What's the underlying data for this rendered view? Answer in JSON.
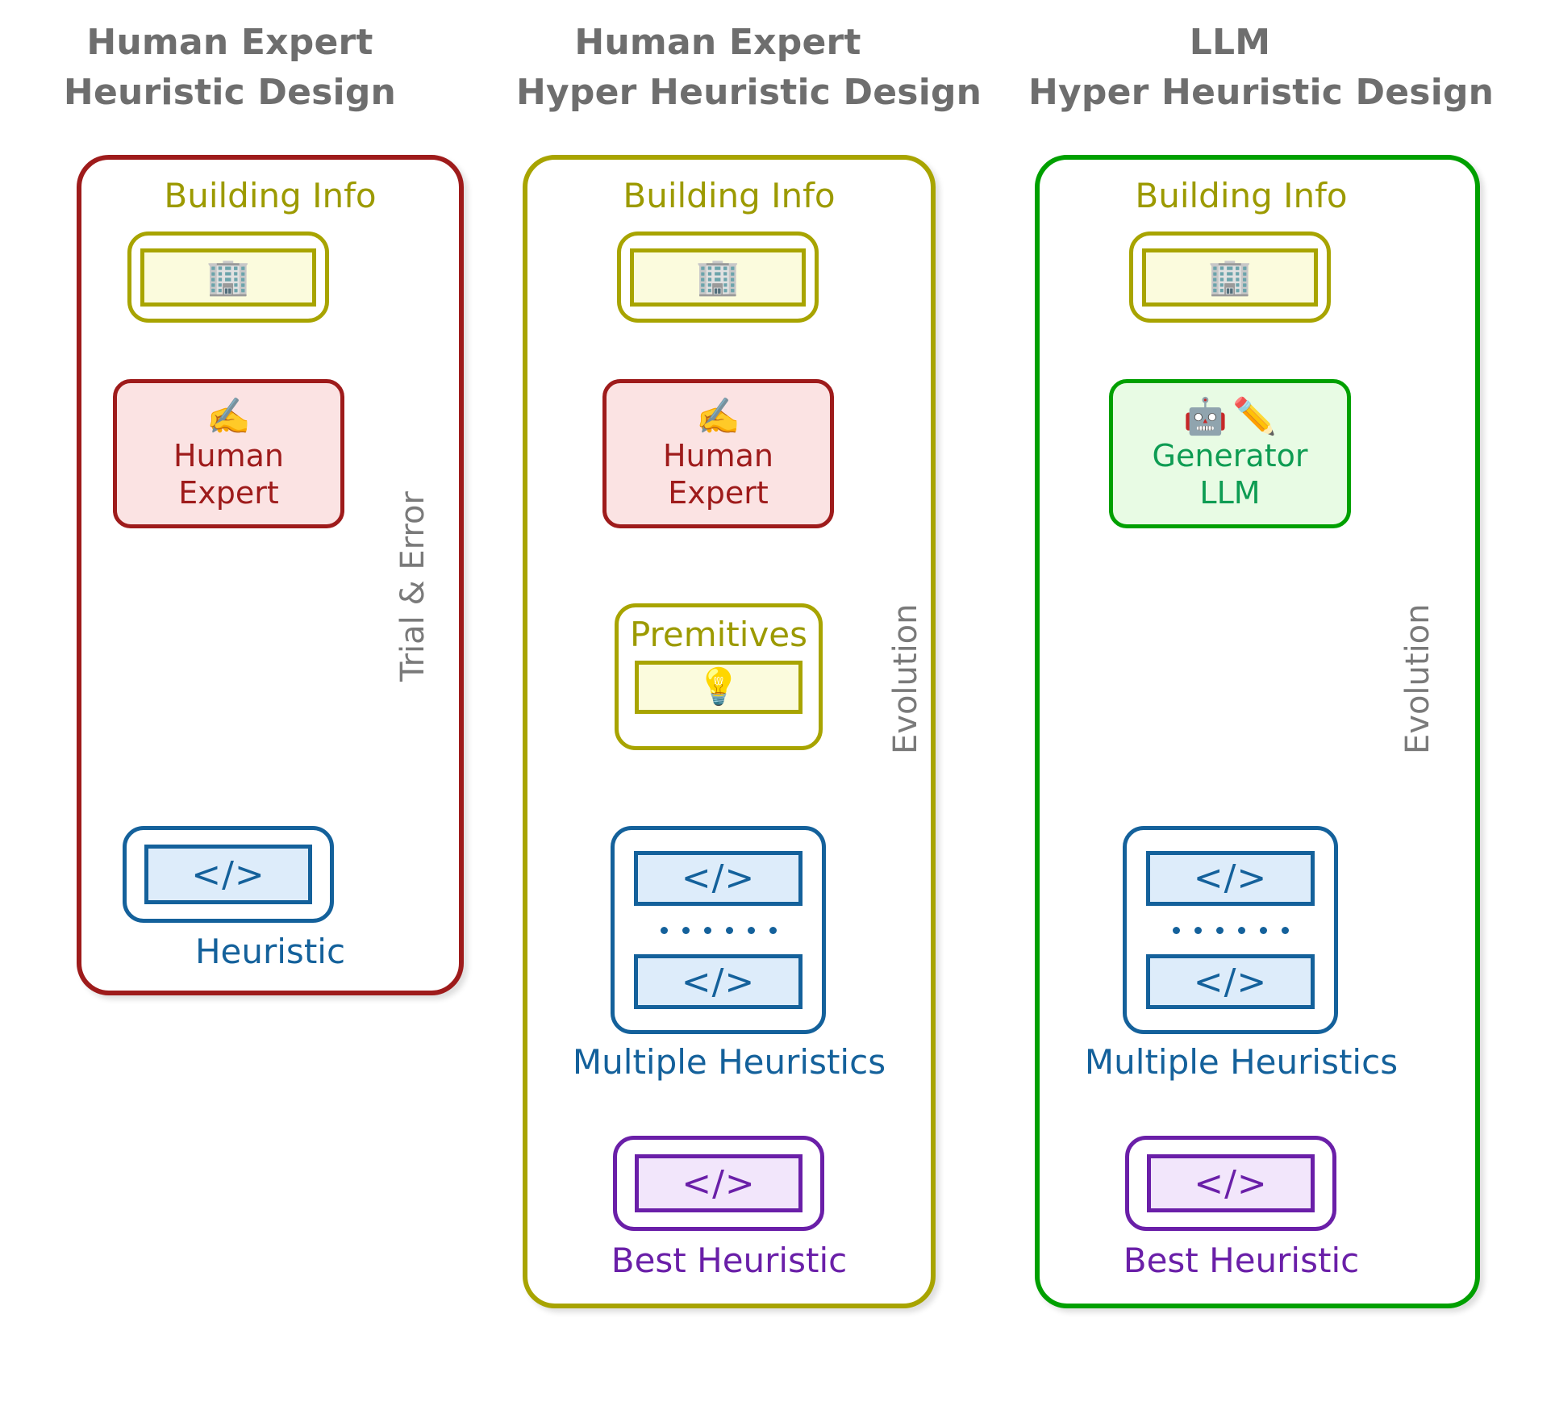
{
  "columns": [
    {
      "id": "human-expert-heuristic",
      "title_lines": [
        "Human Expert",
        "Heuristic Design"
      ],
      "panel_color": "#9e1b1b",
      "building_label": "Building Info",
      "building_icon": "🏢",
      "actor_icon": "✍️",
      "actor_lines": [
        "Human",
        "Expert"
      ],
      "code_glyph": "</>",
      "result_label": "Heuristic",
      "loop_label": "Trial & Error"
    },
    {
      "id": "human-expert-hyper-heuristic",
      "title_lines": [
        "Human Expert",
        "Hyper Heuristic Design"
      ],
      "panel_color": "#a8a400",
      "building_label": "Building Info",
      "building_icon": "🏢",
      "actor_icon": "✍️",
      "actor_lines": [
        "Human",
        "Expert"
      ],
      "primitives_label": "Premitives",
      "primitives_icon": "💡",
      "code_glyph": "</>",
      "dots": "· · · · · ·",
      "result_label": "Multiple Heuristics",
      "best_label": "Best Heuristic",
      "loop_label": "Evolution"
    },
    {
      "id": "llm-hyper-heuristic",
      "title_lines": [
        "LLM",
        "Hyper Heuristic Design"
      ],
      "panel_color": "#00a000",
      "building_label": "Building Info",
      "building_icon": "🏢",
      "actor_icon_robot": "🤖",
      "actor_icon_pencil": "✏️",
      "actor_lines": [
        "Generator",
        "LLM"
      ],
      "code_glyph": "</>",
      "dots": "· · · · · ·",
      "result_label": "Multiple Heuristics",
      "best_label": "Best Heuristic",
      "loop_label": "Evolution"
    }
  ],
  "palette": {
    "title_gray": "#6e6e6e",
    "arrow_gray": "#7a7a7a",
    "olive": "#a8a400",
    "olive_text": "#9c9a00",
    "blue": "#14619b",
    "blue_fill": "#ddecfa",
    "purple": "#6a1fa8",
    "purple_fill": "#f2e6fb",
    "red": "#9e1b1b",
    "red_fill": "#fbe3e3",
    "green": "#00a000",
    "green_fill": "#e8fbe4",
    "green_text": "#0e9c53",
    "yellow_fill": "#fbfbdd"
  }
}
